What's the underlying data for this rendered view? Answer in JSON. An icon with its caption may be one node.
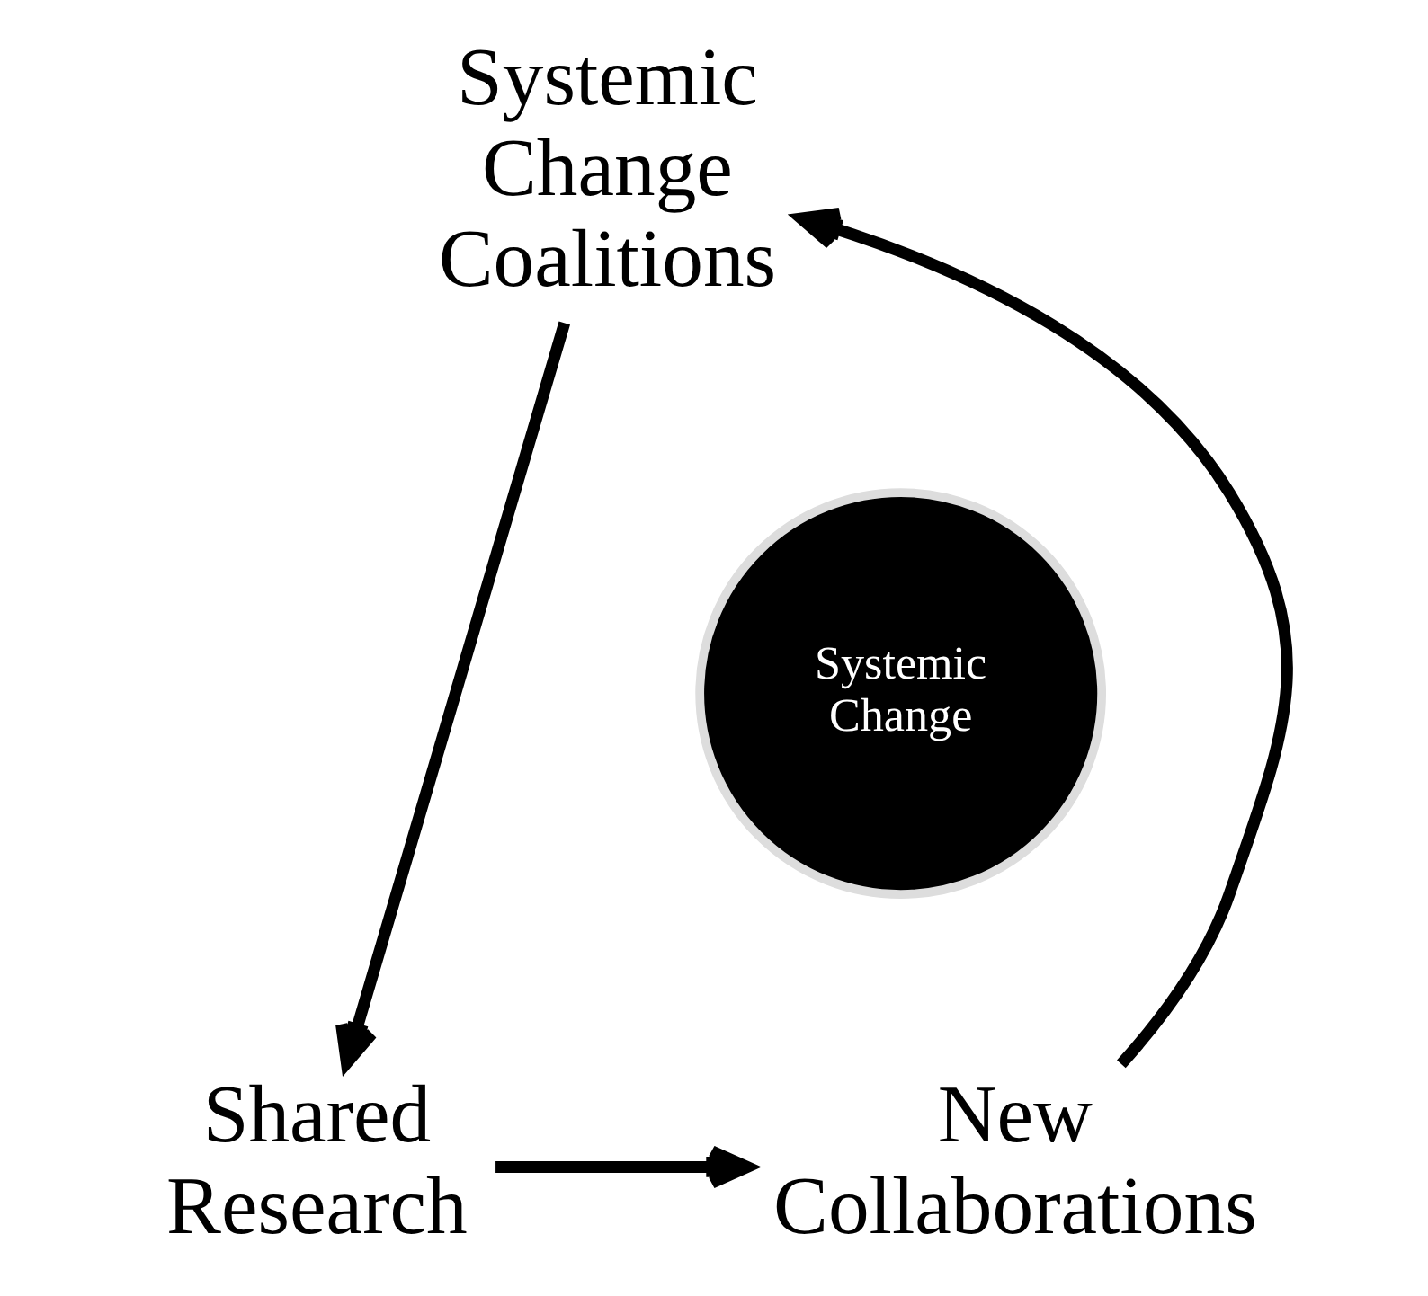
{
  "diagram": {
    "nodes": [
      {
        "text": [
          "Systemic Change Coalitions"
        ]
      },
      {
        "text": [
          "Systemic Change"
        ]
      },
      {
        "text": [
          "Shared Research"
        ]
      },
      {
        "text": [
          "New Collaborations"
        ]
      }
    ],
    "edges": [
      {
        "from": 0,
        "to": 2,
        "arrow": "to"
      },
      {
        "from": 2,
        "to": 3,
        "arrow": "to"
      },
      {
        "from": 3,
        "to": 0,
        "arrow": "to"
      }
    ]
  }
}
